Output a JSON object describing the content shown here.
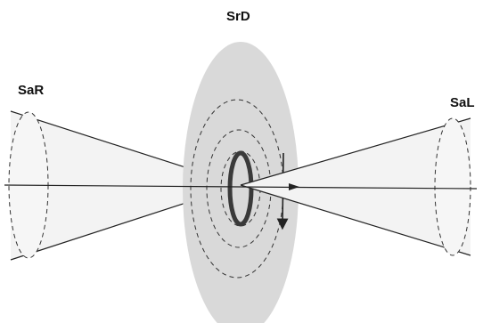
{
  "labels": {
    "top": "SrD",
    "left": "SaR",
    "right": "SaL"
  },
  "colors": {
    "disc_fill": "#dcdcdc",
    "cone_fill": "#f2f2f2",
    "line": "#222222",
    "ring": "#444444"
  }
}
